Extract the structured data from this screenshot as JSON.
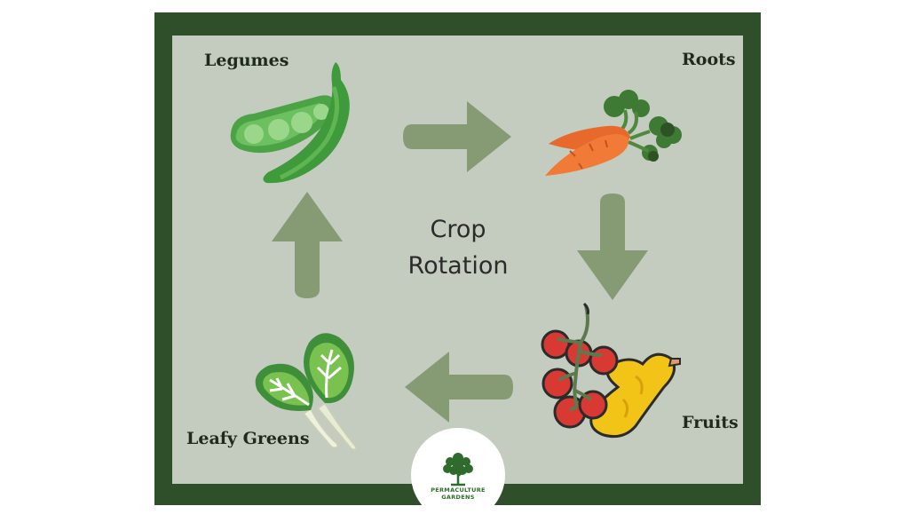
{
  "diagram": {
    "title_line1": "Crop",
    "title_line2": "Rotation",
    "nodes": {
      "legumes": "Legumes",
      "roots": "Roots",
      "fruits": "Fruits",
      "leafy_greens": "Leafy Greens"
    },
    "flow": [
      "Legumes",
      "Roots",
      "Fruits",
      "Leafy Greens",
      "Legumes"
    ]
  },
  "logo": {
    "line1": "PERMACULTURE",
    "line2": "GARDENS"
  },
  "colors": {
    "frame": "#2f4f2a",
    "panel": "#c4cbbf",
    "arrow": "#869a74"
  }
}
